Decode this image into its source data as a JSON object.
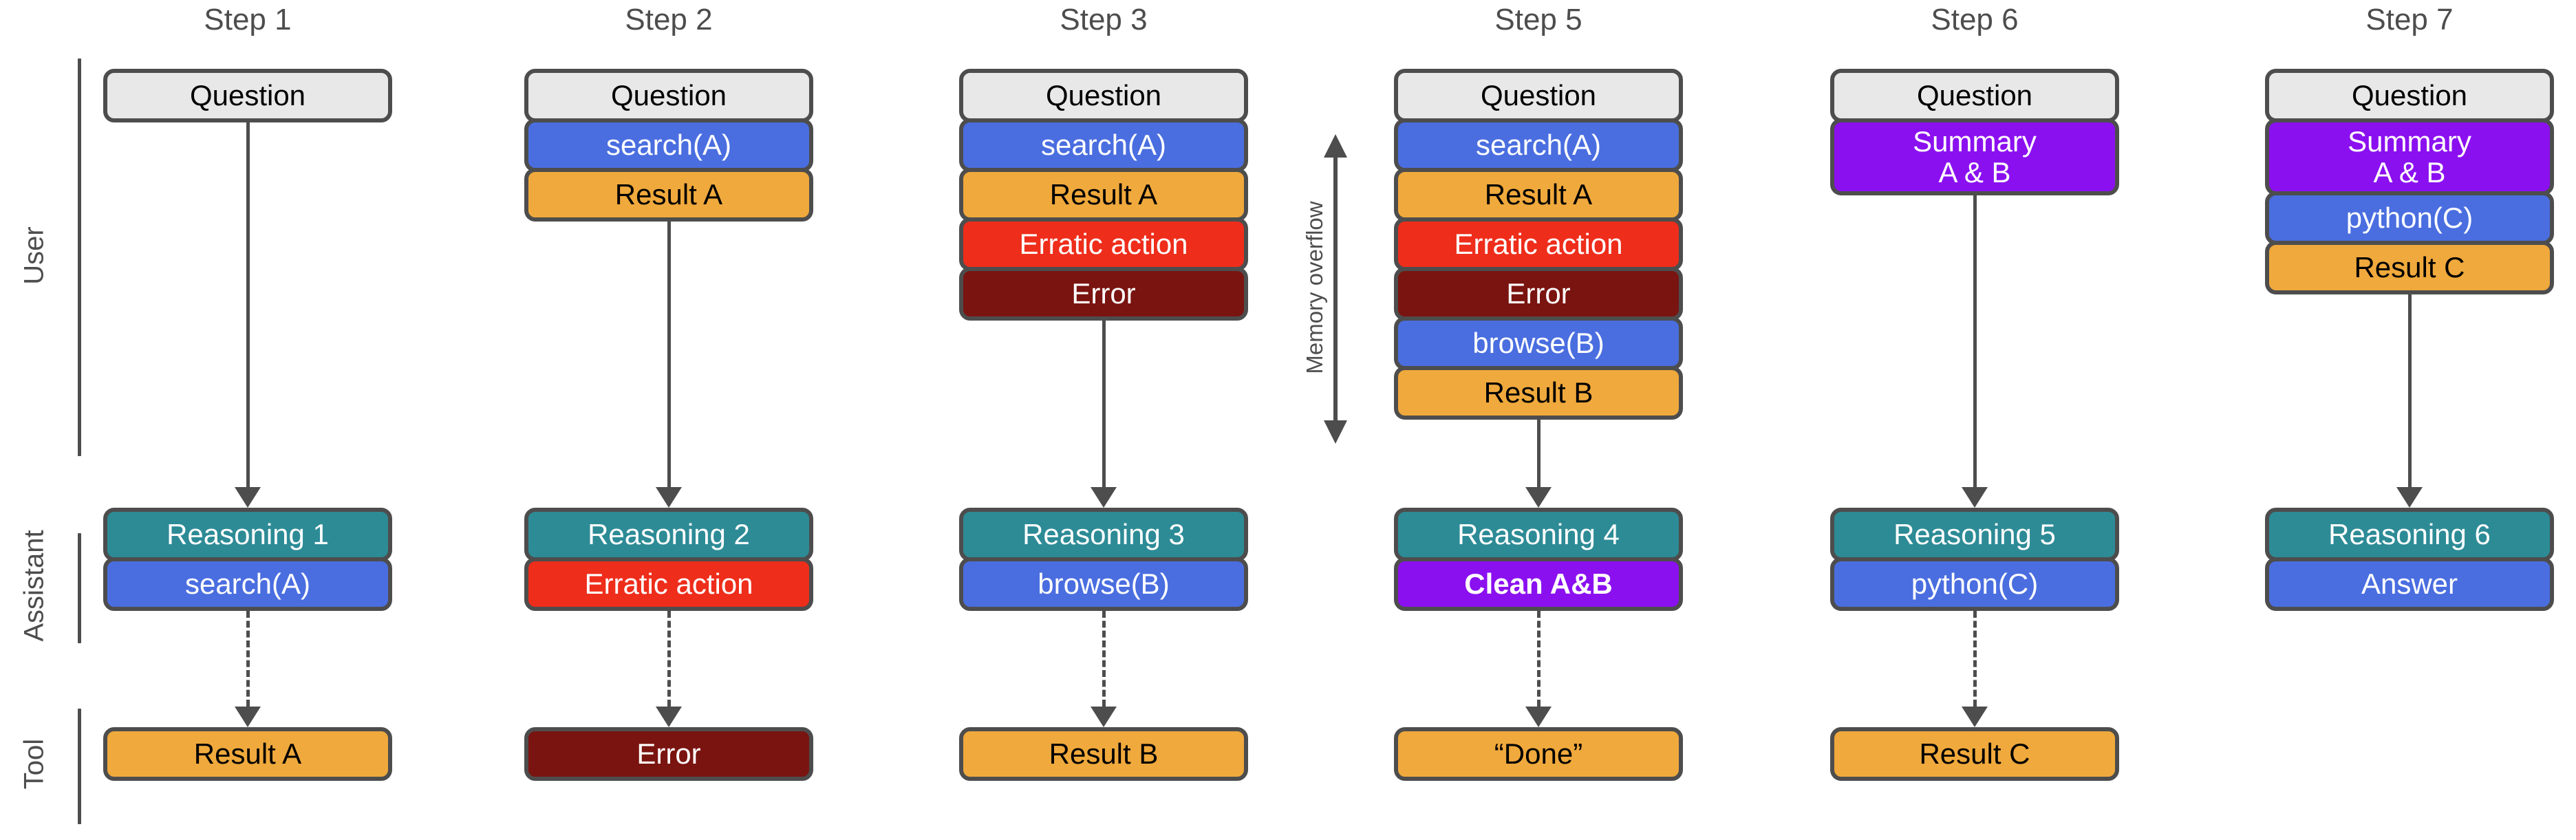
{
  "diagram": {
    "title_row": [
      "Step 1",
      "Step 2",
      "Step 3",
      "Step 5",
      "Step 6",
      "Step 7"
    ],
    "lanes": [
      {
        "id": "user",
        "label": "User"
      },
      {
        "id": "assistant",
        "label": "Assistant"
      },
      {
        "id": "tool",
        "label": "Tool"
      }
    ],
    "annotation": {
      "memory_overflow_label": "Memory overflow"
    },
    "palette": {
      "question": "#e8e8e8",
      "tool_call": "#4a6ee0",
      "result": "#f0a93c",
      "reasoning": "#2d8b96",
      "erratic": "#ee2d1b",
      "error": "#7a1410",
      "summary": "#8b10f0",
      "stroke": "#4d4d4d",
      "text_dark": "#000000",
      "text_light": "#ffffff"
    },
    "steps": [
      {
        "title": "Step 1",
        "user": [
          {
            "label": "Question",
            "kind": "question"
          }
        ],
        "assistant": [
          {
            "label": "Reasoning 1",
            "kind": "reasoning"
          },
          {
            "label": "search(A)",
            "kind": "tool_call"
          }
        ],
        "tool": [
          {
            "label": "Result A",
            "kind": "result"
          }
        ]
      },
      {
        "title": "Step 2",
        "user": [
          {
            "label": "Question",
            "kind": "question"
          },
          {
            "label": "search(A)",
            "kind": "tool_call"
          },
          {
            "label": "Result A",
            "kind": "result"
          }
        ],
        "assistant": [
          {
            "label": "Reasoning 2",
            "kind": "reasoning"
          },
          {
            "label": "Erratic action",
            "kind": "erratic"
          }
        ],
        "tool": [
          {
            "label": "Error",
            "kind": "error"
          }
        ]
      },
      {
        "title": "Step 3",
        "user": [
          {
            "label": "Question",
            "kind": "question"
          },
          {
            "label": "search(A)",
            "kind": "tool_call"
          },
          {
            "label": "Result A",
            "kind": "result"
          },
          {
            "label": "Erratic action",
            "kind": "erratic"
          },
          {
            "label": "Error",
            "kind": "error"
          }
        ],
        "assistant": [
          {
            "label": "Reasoning 3",
            "kind": "reasoning"
          },
          {
            "label": "browse(B)",
            "kind": "tool_call"
          }
        ],
        "tool": [
          {
            "label": "Result B",
            "kind": "result"
          }
        ]
      },
      {
        "title": "Step 5",
        "user": [
          {
            "label": "Question",
            "kind": "question"
          },
          {
            "label": "search(A)",
            "kind": "tool_call"
          },
          {
            "label": "Result A",
            "kind": "result"
          },
          {
            "label": "Erratic action",
            "kind": "erratic"
          },
          {
            "label": "Error",
            "kind": "error"
          },
          {
            "label": "browse(B)",
            "kind": "tool_call"
          },
          {
            "label": "Result B",
            "kind": "result"
          }
        ],
        "assistant": [
          {
            "label": "Reasoning 4",
            "kind": "reasoning"
          },
          {
            "label": "Clean A&B",
            "kind": "summary",
            "bold": true
          }
        ],
        "tool": [
          {
            "label": "“Done”",
            "kind": "result"
          }
        ]
      },
      {
        "title": "Step 6",
        "user": [
          {
            "label": "Question",
            "kind": "question"
          },
          {
            "label": "Summary\nA & B",
            "kind": "summary",
            "tall": true
          }
        ],
        "assistant": [
          {
            "label": "Reasoning 5",
            "kind": "reasoning"
          },
          {
            "label": "python(C)",
            "kind": "tool_call"
          }
        ],
        "tool": [
          {
            "label": "Result C",
            "kind": "result"
          }
        ]
      },
      {
        "title": "Step 7",
        "user": [
          {
            "label": "Question",
            "kind": "question"
          },
          {
            "label": "Summary\nA & B",
            "kind": "summary",
            "tall": true
          },
          {
            "label": "python(C)",
            "kind": "tool_call"
          },
          {
            "label": "Result C",
            "kind": "result"
          }
        ],
        "assistant": [
          {
            "label": "Reasoning 6",
            "kind": "reasoning"
          },
          {
            "label": "Answer",
            "kind": "tool_call"
          }
        ],
        "tool": []
      }
    ]
  }
}
